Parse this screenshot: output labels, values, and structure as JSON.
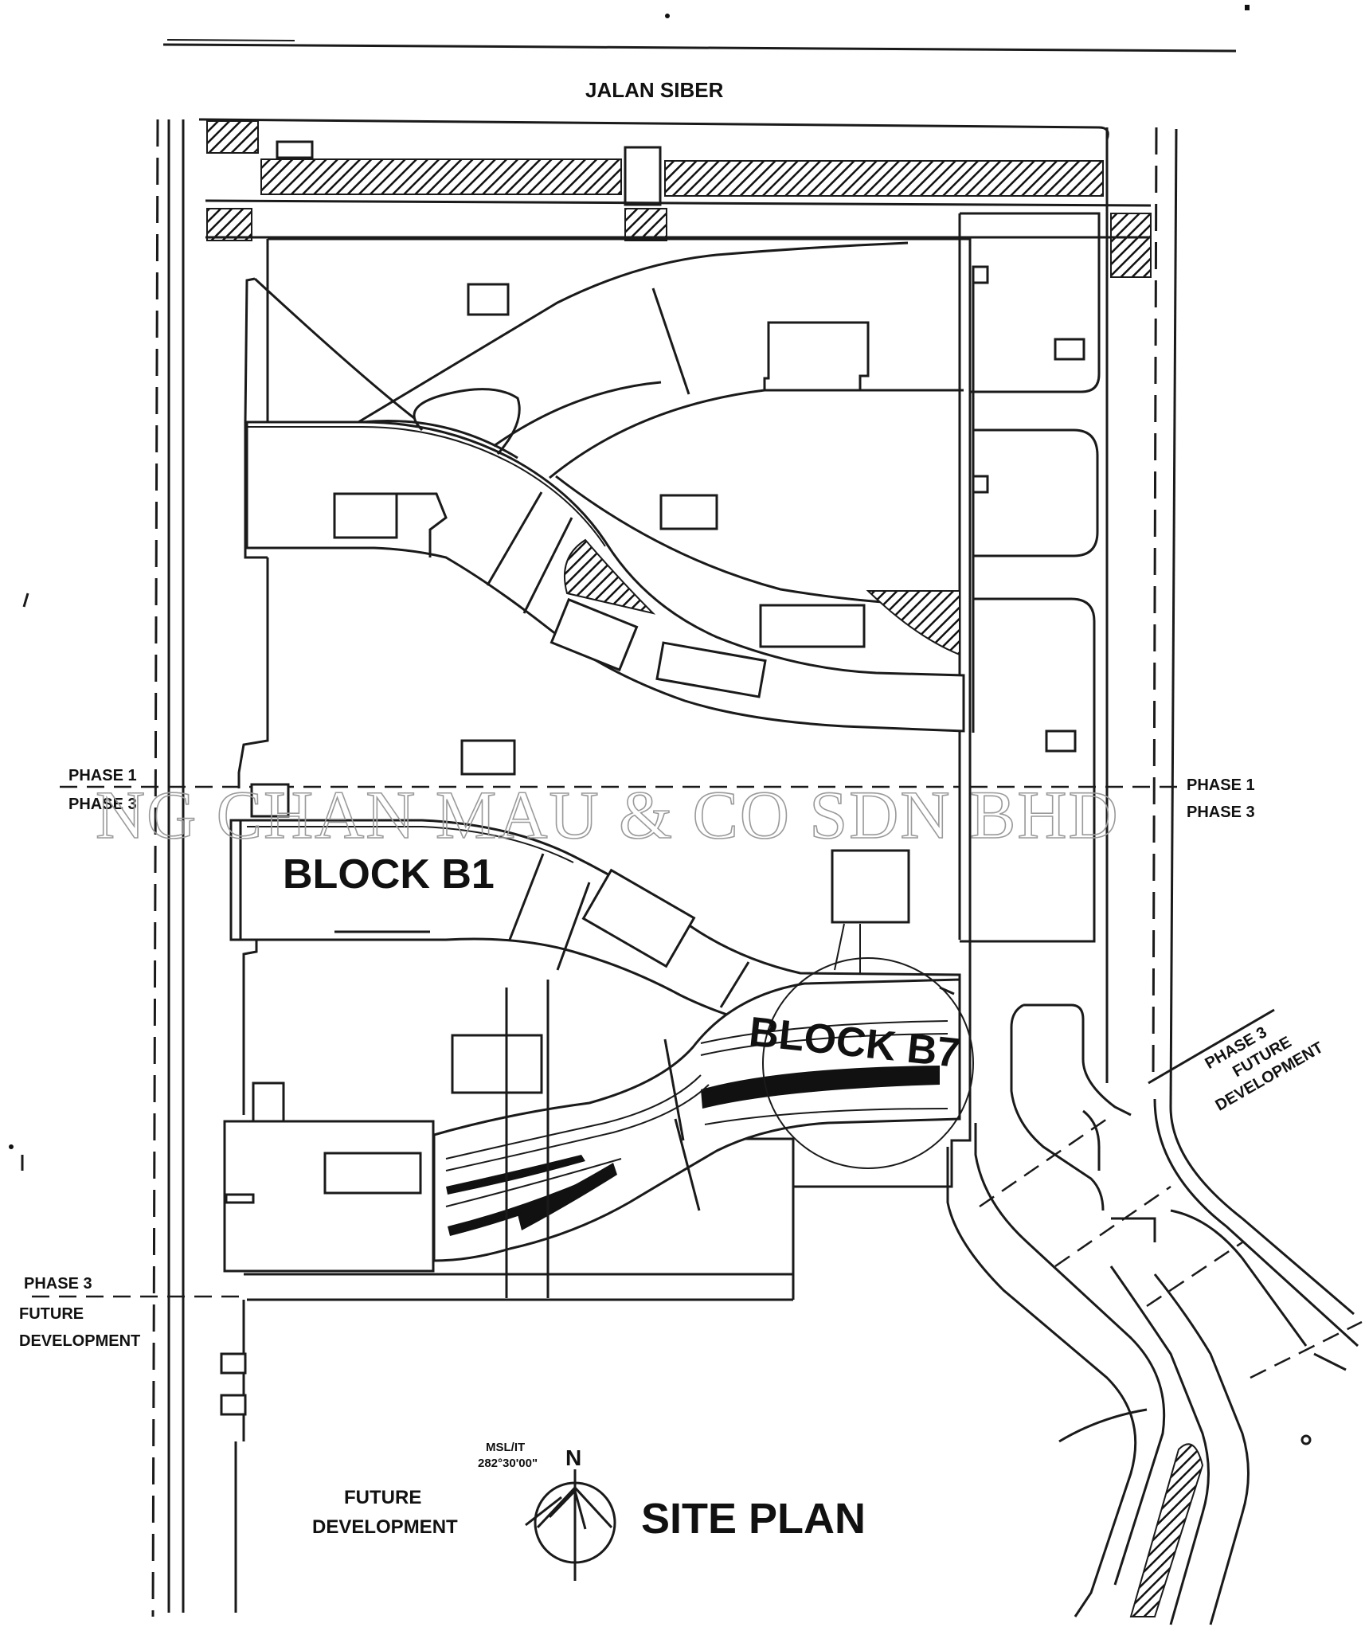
{
  "road_label": "JALAN SIBER",
  "watermark": "NG CHAN MAU & CO SDN BHD",
  "phase_left_upper": "PHASE 1",
  "phase_left_lower": "PHASE 3",
  "phase_right_upper": "PHASE 1",
  "phase_right_lower": "PHASE 3",
  "phase_diag_1": "PHASE 3",
  "phase_diag_2": "FUTURE",
  "phase_diag_3": "DEVELOPMENT",
  "phase_bottom_left_1": "PHASE 3",
  "phase_bottom_left_2": "FUTURE",
  "phase_bottom_left_3": "DEVELOPMENT",
  "block_b1": "BLOCK B1",
  "block_b7": "BLOCK B7",
  "future_dev_1": "FUTURE",
  "future_dev_2": "DEVELOPMENT",
  "north_letter": "N",
  "bearing_1": "MSL/IT",
  "bearing_2": "282°30'00\"",
  "title": "SITE PLAN",
  "colors": {
    "ink": "#111111",
    "paper": "#ffffff",
    "watermark": "#9a9a9a"
  }
}
